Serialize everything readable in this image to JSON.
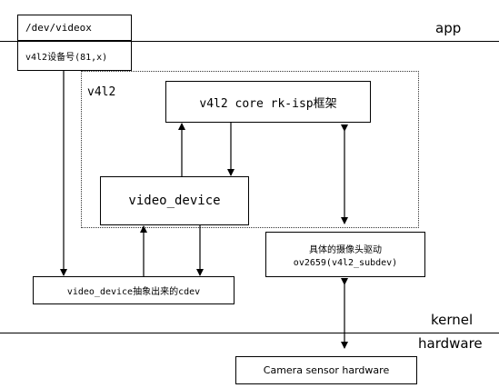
{
  "layers": {
    "app": "app",
    "kernel": "kernel",
    "hardware": "hardware"
  },
  "nodes": {
    "dev_videox": "/dev/videox",
    "v4l2_device_number": "v4l2设备号(81,x)",
    "v4l2_region": "v4l2",
    "v4l2_core": "v4l2 core  rk-isp框架",
    "video_device": "video_device",
    "camera_driver_line1": "具体的摄像头驱动",
    "camera_driver_line2": "ov2659(v4l2_subdev)",
    "video_device_cdev": "video_device抽象出来的cdev",
    "camera_sensor": "Camera sensor hardware"
  }
}
